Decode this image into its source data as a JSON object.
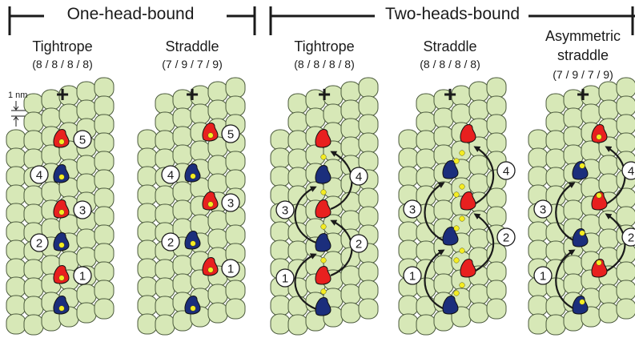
{
  "groups": {
    "one_head": {
      "label": "One-head-bound"
    },
    "two_heads": {
      "label": "Two-heads-bound"
    }
  },
  "panels": [
    {
      "title": "Tightrope",
      "code": "(8 / 8 / 8 / 8)",
      "plus": "+"
    },
    {
      "title": "Straddle",
      "code": "(7 / 9 / 7 / 9)",
      "plus": "+"
    },
    {
      "title": "Tightrope",
      "code": "(8 / 8 / 8 / 8)",
      "plus": "+"
    },
    {
      "title": "Straddle",
      "code": "(8 / 8 / 8 / 8)",
      "plus": "+"
    },
    {
      "title_line1": "Asymmetric",
      "title_line2": "straddle",
      "code": "(7 / 9 / 7 / 9)",
      "plus": "+"
    }
  ],
  "scale_label": "1 nm",
  "step_numbers": [
    "1",
    "2",
    "3",
    "4",
    "5"
  ],
  "colors": {
    "microtubule": "#d7e8b7",
    "microtubule_outline": "#4b5a3c",
    "head_red": "#e8201f",
    "head_blue": "#1b2e7c",
    "dot_yellow": "#f4ec23",
    "arrow": "#1a1a1a"
  }
}
